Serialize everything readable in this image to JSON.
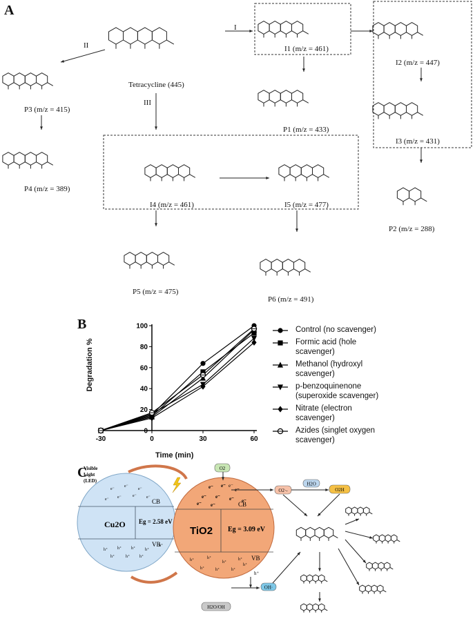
{
  "panelA": {
    "letter": "A",
    "parent_label": "Tetracycline (445)",
    "pathways": [
      "I",
      "II",
      "III"
    ],
    "structures": [
      {
        "id": "I1",
        "label": "I1 (m/z = 461)"
      },
      {
        "id": "I2",
        "label": "I2 (m/z = 447)"
      },
      {
        "id": "I3",
        "label": "I3 (m/z = 431)"
      },
      {
        "id": "P1",
        "label": "P1 (m/z = 433)"
      },
      {
        "id": "P2",
        "label": "P2 (m/z = 288)"
      },
      {
        "id": "P3",
        "label": "P3 (m/z = 415)"
      },
      {
        "id": "P4",
        "label": "P4 (m/z = 389)"
      },
      {
        "id": "I4",
        "label": "I4 (m/z = 461)"
      },
      {
        "id": "I5",
        "label": "I5 (m/z = 477)"
      },
      {
        "id": "P5",
        "label": "P5 (m/z = 475)"
      },
      {
        "id": "P6",
        "label": "P6 (m/z = 491)"
      }
    ]
  },
  "panelB": {
    "letter": "B",
    "chart_data": {
      "type": "line",
      "xlabel": "Time (min)",
      "ylabel": "Degradation %",
      "x": [
        -30,
        0,
        30,
        60
      ],
      "xticks": [
        "-30",
        "0",
        "30",
        "60"
      ],
      "yticks": [
        "0",
        "20",
        "40",
        "60",
        "80",
        "100"
      ],
      "ylim": [
        0,
        100
      ],
      "xlim": [
        -30,
        60
      ],
      "legend_position": "right",
      "series": [
        {
          "name": "Control (no scavenger)",
          "marker": "circle",
          "values": [
            0,
            15,
            64,
            100
          ]
        },
        {
          "name": "Formic acid (hole scavenger)",
          "marker": "square",
          "values": [
            0,
            14,
            56,
            93
          ]
        },
        {
          "name": "Methanol (hydroxyl scavenger)",
          "marker": "triangle-up",
          "values": [
            0,
            13,
            50,
            96
          ]
        },
        {
          "name": "p-benzoquinenone (superoxide scavenger)",
          "marker": "triangle-down",
          "values": [
            0,
            16,
            44,
            88
          ]
        },
        {
          "name": "Nitrate (electron scavenger)",
          "marker": "diamond",
          "values": [
            0,
            12,
            42,
            84
          ]
        },
        {
          "name": "Azides (singlet oxygen scavenger)",
          "marker": "open-circle",
          "values": [
            0,
            17,
            53,
            97
          ]
        }
      ],
      "legend_lines": [
        [
          "Control (no scavenger)"
        ],
        [
          "Formic acid (hole",
          "scavenger)"
        ],
        [
          "Methanol (hydroxyl",
          "scavenger)"
        ],
        [
          "p-benzoquinenone",
          "(superoxide scavenger)"
        ],
        [
          "Nitrate (electron",
          "scavenger)"
        ],
        [
          "Azides (singlet oxygen",
          "scavenger)"
        ]
      ]
    }
  },
  "panelC": {
    "letter": "C",
    "light_source": [
      "Visible",
      "Light",
      "(LED)"
    ],
    "cu2o": {
      "name": "Cu2O",
      "bandgap": "Eg = 2.58 eV",
      "cb": "CB",
      "vb": "VB"
    },
    "tio2": {
      "name": "TiO2",
      "bandgap": "Eg = 3.09 eV",
      "cb": "CB",
      "vb": "VB"
    },
    "species": {
      "o2": "O2",
      "o2_radical": "O2·-",
      "h2o": "H2O",
      "o2h": "O2H",
      "h2o_oh": "H2O/OH",
      "oh_radical": "OH·",
      "electron": "e⁻",
      "hole": "h⁺"
    },
    "colors": {
      "cu2o": "#cfe3f5",
      "tio2": "#f2a778",
      "o2": "#c8e6b4",
      "o2_radical": "#f6c1a8",
      "h2o": "#bcd6ee",
      "o2h": "#f5c044",
      "h2o_oh": "#c9c9c9",
      "oh_radical": "#7ec8e8",
      "arrow": "#d0764a"
    }
  }
}
